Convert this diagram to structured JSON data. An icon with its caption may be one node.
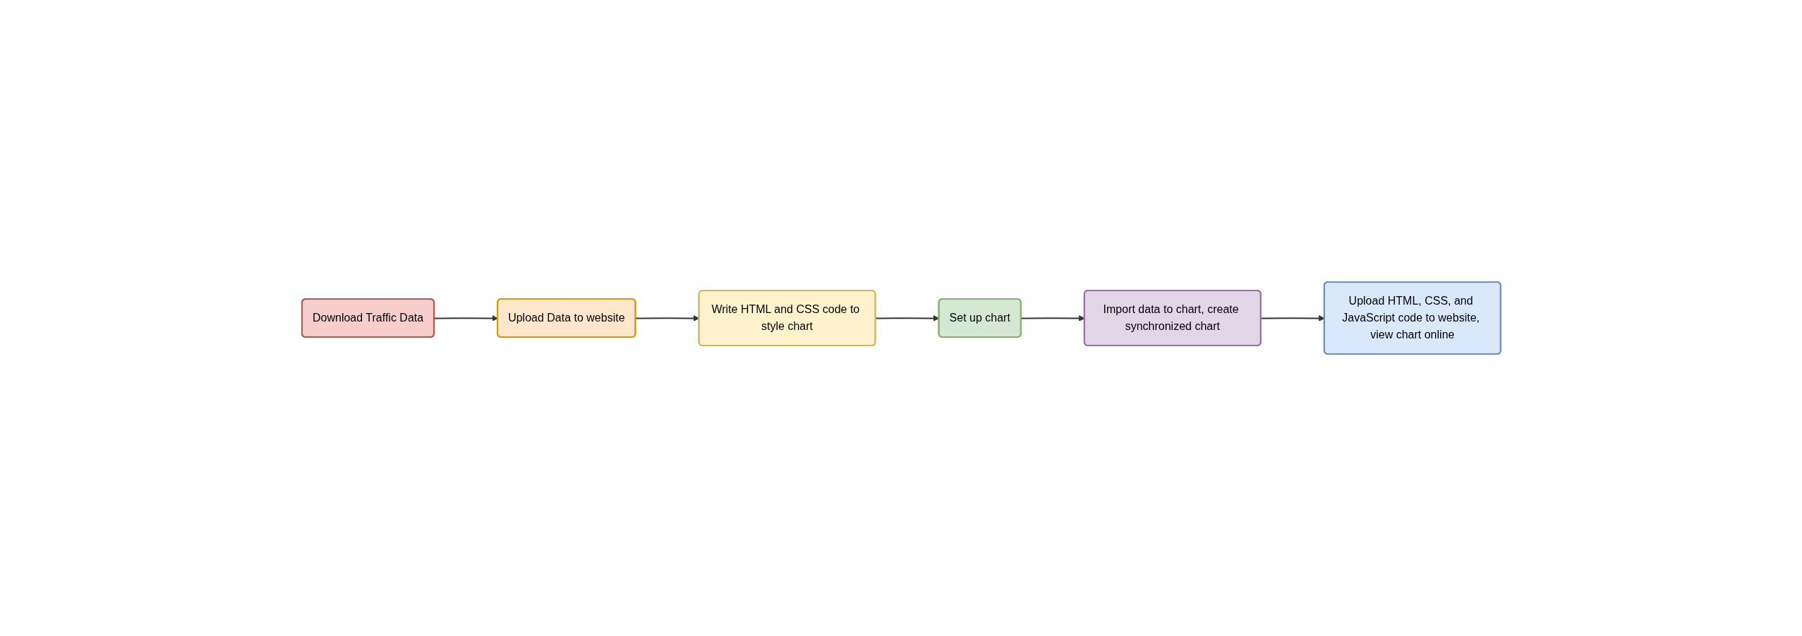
{
  "diagram": {
    "nodes": [
      {
        "text": [
          "Download Traffic Data"
        ]
      },
      {
        "text": [
          "Upload Data to website"
        ]
      },
      {
        "text": [
          "Write HTML and CSS code to style chart"
        ]
      },
      {
        "text": [
          "Set up chart"
        ]
      },
      {
        "text": [
          "Import data to chart, create synchronized chart"
        ]
      },
      {
        "text": [
          "Upload HTML, CSS, and JavaScript code to website, view chart online"
        ]
      }
    ],
    "edges": [
      {
        "from": 0,
        "to": 1,
        "arrow": "to"
      },
      {
        "from": 1,
        "to": 2,
        "arrow": "to"
      },
      {
        "from": 2,
        "to": 3,
        "arrow": "to"
      },
      {
        "from": 3,
        "to": 4,
        "arrow": "to"
      },
      {
        "from": 4,
        "to": 5,
        "arrow": "to"
      }
    ]
  }
}
